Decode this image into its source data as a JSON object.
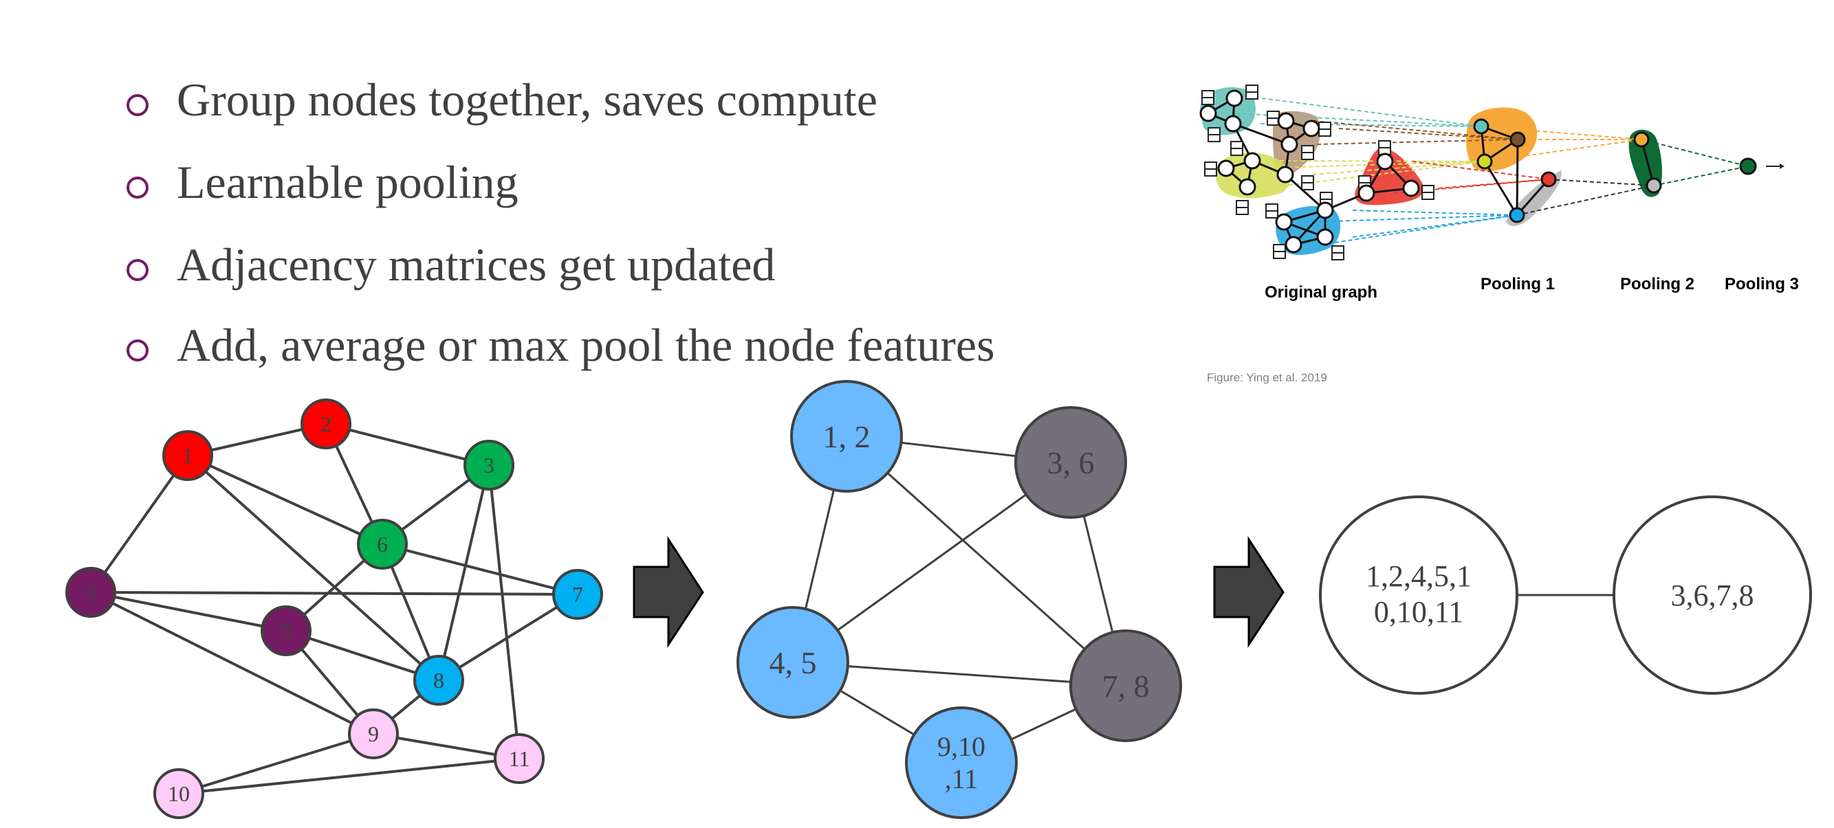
{
  "bullets": [
    {
      "text": "Group nodes together, saves compute"
    },
    {
      "text": "Learnable pooling"
    },
    {
      "text": "Adjacency matrices get updated"
    },
    {
      "text": "Add, average or max pool the node features"
    }
  ],
  "colors": {
    "bullet": "#751B63",
    "text": "#404040",
    "red": "#FF0000",
    "green": "#00B050",
    "purple": "#751B63",
    "cyan": "#00B0F0",
    "pink": "#FFCCF9",
    "light_blue": "#6BB9FF",
    "gray": "#756F7C",
    "arrow": "#404040"
  },
  "original_graph": {
    "nodes": [
      {
        "id": "1",
        "label": "1",
        "group": "red"
      },
      {
        "id": "2",
        "label": "2",
        "group": "red"
      },
      {
        "id": "3",
        "label": "3",
        "group": "green"
      },
      {
        "id": "4",
        "label": "4",
        "group": "purple"
      },
      {
        "id": "5",
        "label": "5",
        "group": "purple"
      },
      {
        "id": "6",
        "label": "6",
        "group": "green"
      },
      {
        "id": "7",
        "label": "7",
        "group": "cyan"
      },
      {
        "id": "8",
        "label": "8",
        "group": "cyan"
      },
      {
        "id": "9",
        "label": "9",
        "group": "pink"
      },
      {
        "id": "10",
        "label": "10",
        "group": "pink"
      },
      {
        "id": "11",
        "label": "11",
        "group": "pink"
      }
    ],
    "edges": [
      [
        "1",
        "2"
      ],
      [
        "2",
        "3"
      ],
      [
        "1",
        "4"
      ],
      [
        "1",
        "6"
      ],
      [
        "1",
        "8"
      ],
      [
        "2",
        "6"
      ],
      [
        "3",
        "6"
      ],
      [
        "3",
        "8"
      ],
      [
        "3",
        "11"
      ],
      [
        "6",
        "7"
      ],
      [
        "6",
        "8"
      ],
      [
        "6",
        "5"
      ],
      [
        "4",
        "7"
      ],
      [
        "4",
        "5"
      ],
      [
        "4",
        "9"
      ],
      [
        "5",
        "8"
      ],
      [
        "5",
        "9"
      ],
      [
        "7",
        "8"
      ],
      [
        "8",
        "9"
      ],
      [
        "9",
        "10"
      ],
      [
        "9",
        "11"
      ],
      [
        "10",
        "11"
      ]
    ]
  },
  "pooled_graph": {
    "nodes": [
      {
        "id": "12",
        "lines": [
          "1, 2"
        ],
        "group": "light_blue"
      },
      {
        "id": "36",
        "lines": [
          "3, 6"
        ],
        "group": "gray"
      },
      {
        "id": "45",
        "lines": [
          "4, 5"
        ],
        "group": "light_blue"
      },
      {
        "id": "78",
        "lines": [
          "7, 8"
        ],
        "group": "gray"
      },
      {
        "id": "91011",
        "lines": [
          "9,10",
          ",11"
        ],
        "group": "light_blue"
      }
    ],
    "edges": [
      [
        "12",
        "36"
      ],
      [
        "12",
        "45"
      ],
      [
        "12",
        "78"
      ],
      [
        "36",
        "45"
      ],
      [
        "36",
        "78"
      ],
      [
        "45",
        "78"
      ],
      [
        "45",
        "91011"
      ],
      [
        "91011",
        "78"
      ]
    ]
  },
  "final_graph": {
    "nodes": [
      {
        "id": "A",
        "lines": [
          "1,2,4,5,1",
          "0,10,11"
        ]
      },
      {
        "id": "B",
        "lines": [
          "3,6,7,8"
        ]
      }
    ],
    "edges": [
      [
        "A",
        "B"
      ]
    ]
  },
  "figure": {
    "labels": {
      "original": "Original graph",
      "pooling1": "Pooling 1",
      "pooling2": "Pooling 2",
      "pooling3": "Pooling 3"
    },
    "caption": "Figure: Ying et al. 2019",
    "cluster_colors": {
      "teal": "#66C2B9",
      "brown": "#B7987A",
      "yellow": "#D7DE5C",
      "red": "#E8382F",
      "blue": "#29A6DE",
      "orange": "#F7A83A",
      "gray": "#BDBDC0",
      "dark_green": "#0E6B35"
    }
  }
}
